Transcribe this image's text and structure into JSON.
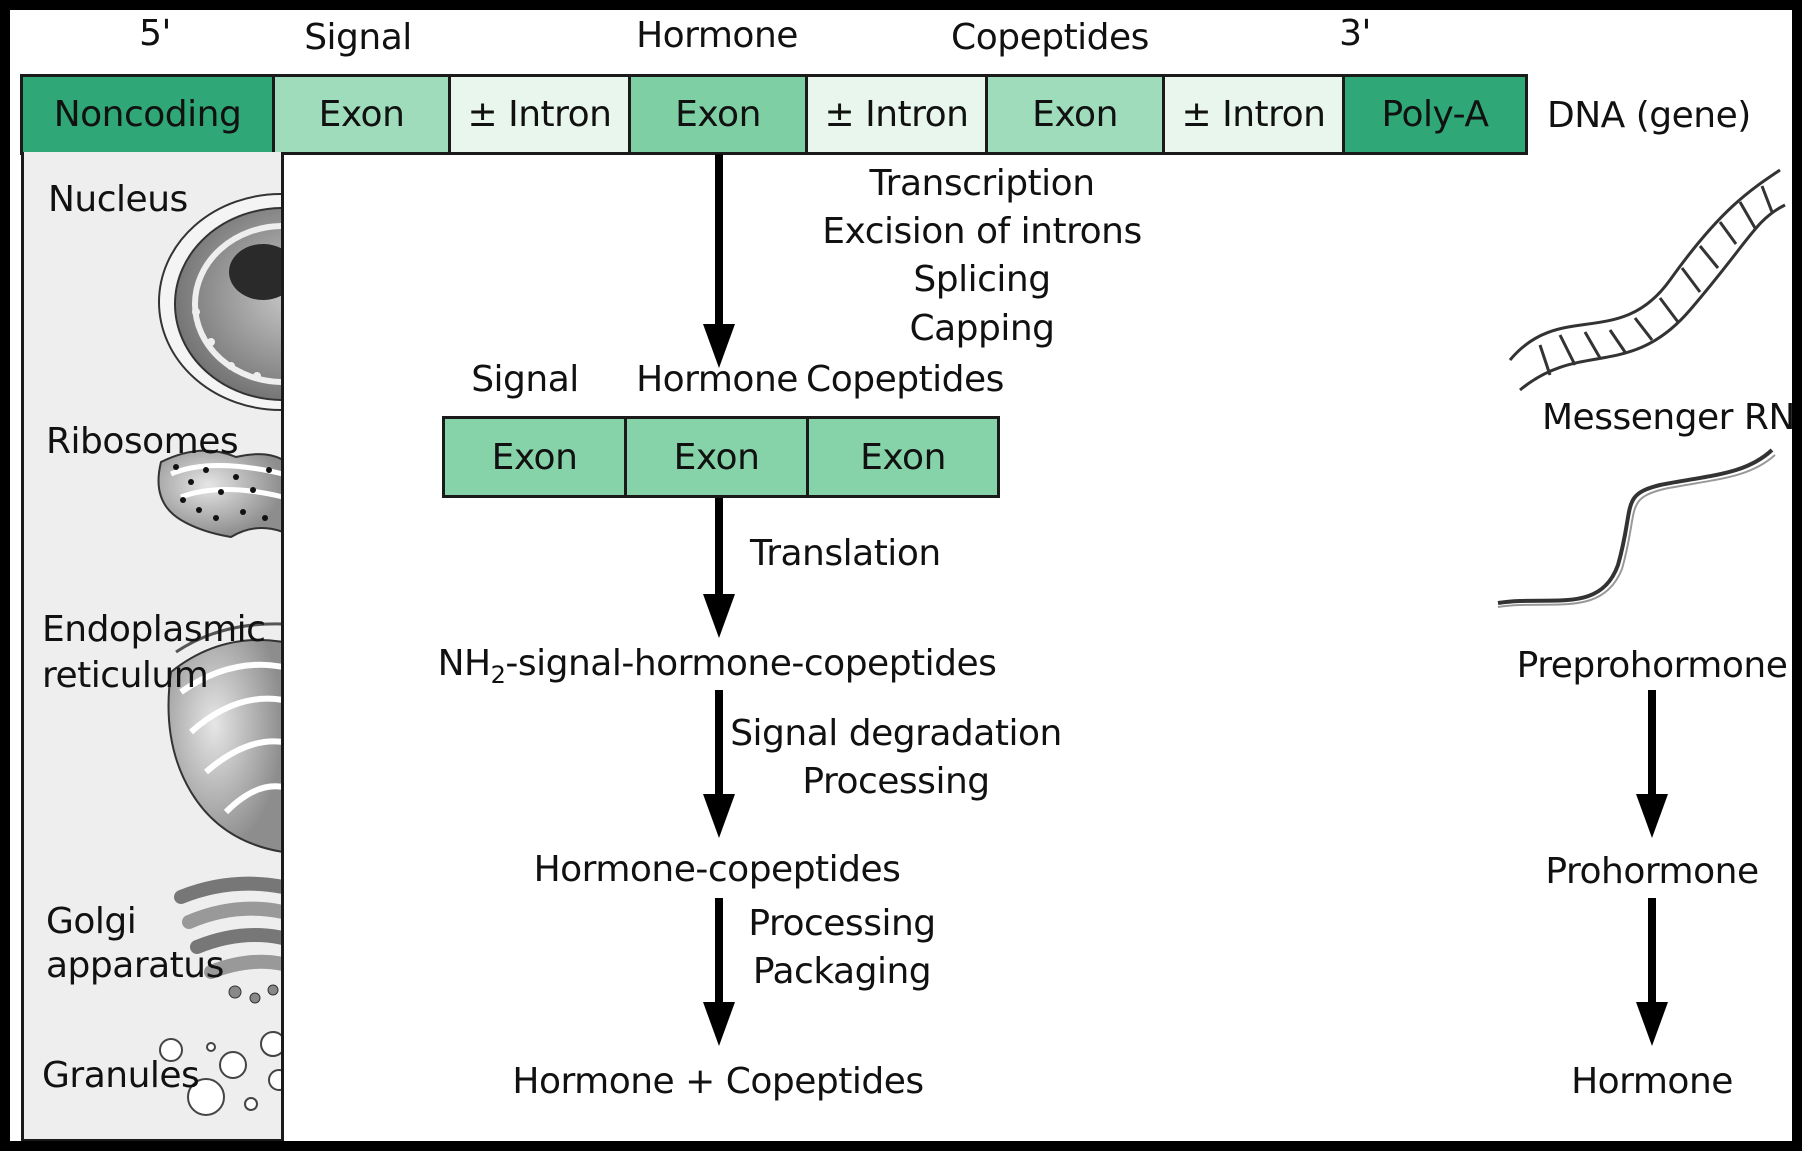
{
  "gene_header": {
    "five_prime": "5'",
    "signal": "Signal",
    "hormone": "Hormone",
    "copeptides": "Copeptides",
    "three_prime": "3'"
  },
  "dna_row": {
    "cells": [
      {
        "label": "Noncoding",
        "color": "#2fa777"
      },
      {
        "label": "Exon",
        "color": "#9fdcbc"
      },
      {
        "label": "± Intron",
        "color": "#e8f6ee"
      },
      {
        "label": "Exon",
        "color": "#7fcfa4"
      },
      {
        "label": "± Intron",
        "color": "#e8f6ee"
      },
      {
        "label": "Exon",
        "color": "#9fdcbc"
      },
      {
        "label": "± Intron",
        "color": "#e8f6ee"
      },
      {
        "label": "Poly-A",
        "color": "#2fa777"
      }
    ],
    "dna_label": "DNA (gene)"
  },
  "sidebar": {
    "nucleus": "Nucleus",
    "ribosomes": "Ribosomes",
    "er_line1": "Endoplasmic",
    "er_line2": "reticulum",
    "golgi_line1": "Golgi",
    "golgi_line2": "apparatus",
    "granules": "Granules"
  },
  "step1": {
    "line1": "Transcription",
    "line2": "Excision of introns",
    "line3": "Splicing",
    "line4": "Capping"
  },
  "mrna_header": {
    "signal": "Signal",
    "hormone": "Hormone",
    "copeptides": "Copeptides"
  },
  "mrna_row": {
    "cells": [
      {
        "label": "Exon",
        "color": "#86d3a9"
      },
      {
        "label": "Exon",
        "color": "#86d3a9"
      },
      {
        "label": "Exon",
        "color": "#86d3a9"
      }
    ]
  },
  "step2": {
    "label": "Translation"
  },
  "product1": {
    "prefix": "NH",
    "subscript": "2",
    "rest": "-signal-hormone-copeptides"
  },
  "step3": {
    "line1": "Signal degradation",
    "line2": "Processing"
  },
  "product2": {
    "label": "Hormone-copeptides"
  },
  "step4": {
    "line1": "Processing",
    "line2": "Packaging"
  },
  "product3": {
    "label": "Hormone + Copeptides"
  },
  "right_column": {
    "mrna": "Messenger RNA",
    "preprohormone": "Preprohormone",
    "prohormone": "Prohormone",
    "hormone": "Hormone"
  }
}
